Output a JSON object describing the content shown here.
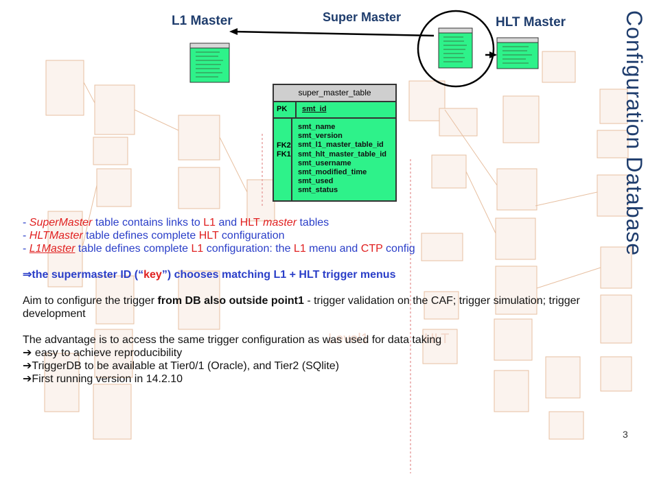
{
  "headers": {
    "l1_master": "L1 Master",
    "super_master": "Super Master",
    "hlt_master": "HLT Master"
  },
  "side_title": "Configuration Database",
  "zoom_table": {
    "name": "super_master_table",
    "pk_label": "PK",
    "pk_field": "smt_id",
    "fk_labels": [
      "FK2",
      "FK1"
    ],
    "fields": [
      "smt_name",
      "smt_version",
      "smt_l1_master_table_id",
      "smt_hlt_master_table_id",
      "smt_username",
      "smt_modified_time",
      "smt_used",
      "smt_status"
    ]
  },
  "background_labels": {
    "level1": "Level1",
    "hlt": "HLT"
  },
  "bullets": {
    "b1": {
      "dash": "- ",
      "a": "SuperMaster",
      "b": " table contains links to ",
      "c": "L1",
      "d": " and ",
      "e": "HLT",
      "f": " master",
      "g": " tables"
    },
    "b2": {
      "dash": "- ",
      "a": "HLTMaster",
      "b": " table defines complete ",
      "c": "HLT",
      "d": " configuration"
    },
    "b3": {
      "dash": "- ",
      "a": "L1Master",
      "b": " table defines complete ",
      "c": "L1",
      "d": " configuration: the ",
      "e": "L1",
      "f": " menu and ",
      "g": "CTP",
      "h": " config"
    }
  },
  "key_line": {
    "arrow": "⇒",
    "a": "the supermaster ID (“",
    "b": "key",
    "c": "”) chooses matching L1 + HLT trigger menus"
  },
  "aim": {
    "a": "Aim to configure the trigger ",
    "b": "from DB also outside point1",
    "c": " - trigger validation on the CAF; trigger simulation; trigger development"
  },
  "advantage": "The advantage is to access the same trigger configuration as was used for data taking",
  "arrow_items": [
    {
      "arrow": "➔",
      "text": " easy to achieve reproducibility"
    },
    {
      "arrow": "➔",
      "text": "TriggerDB to be available at Tier0/1 (Oracle), and Tier2 (SQlite)"
    },
    {
      "arrow": "➔",
      "text": "First running version in 14.2.10"
    }
  ],
  "page_number": "3",
  "colors": {
    "accent_red": "#e02020",
    "accent_blue": "#2a3ec8",
    "table_green": "#2ef28a",
    "header_blue": "#1f3d6d"
  }
}
